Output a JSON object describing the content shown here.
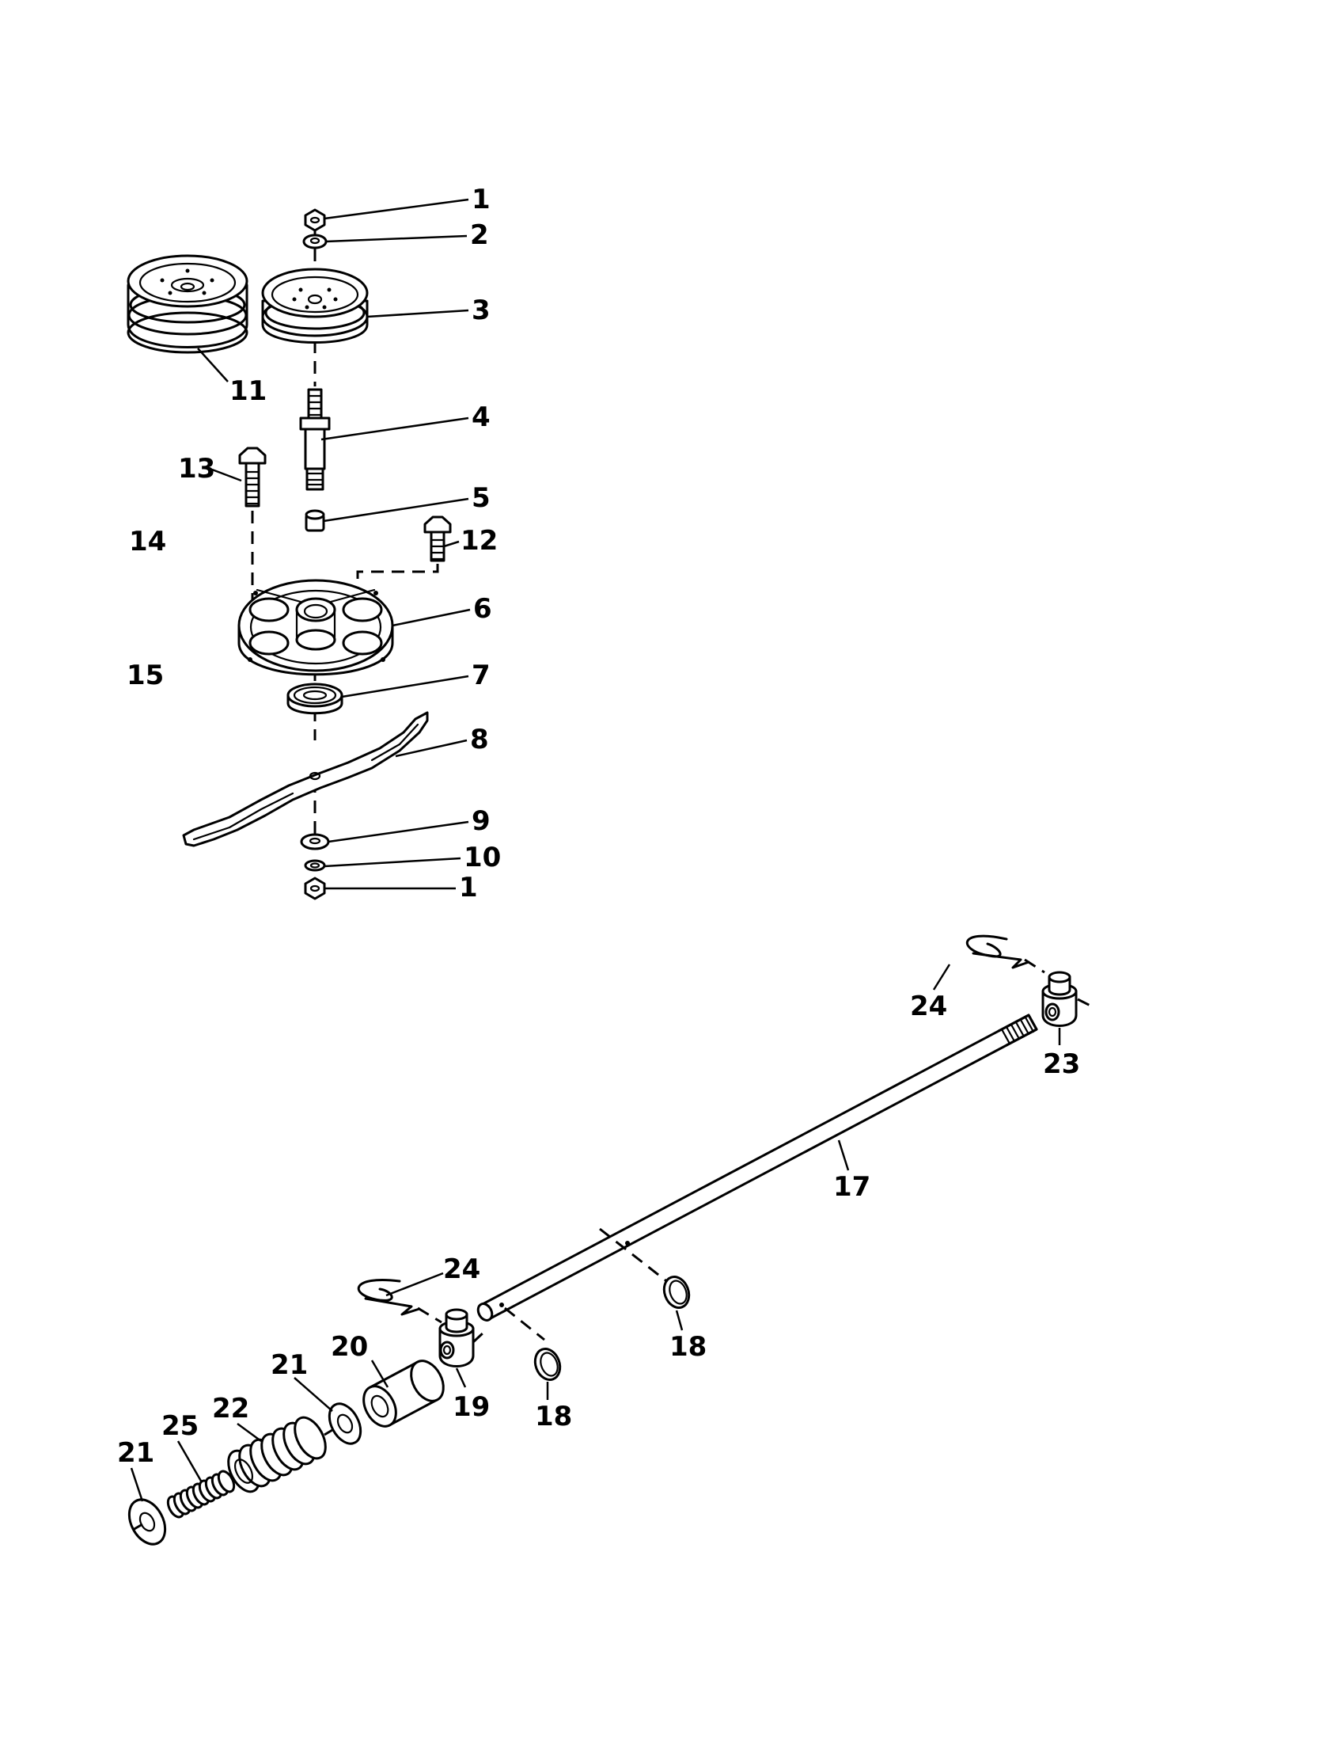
{
  "callouts": {
    "n1_top": "1",
    "n2": "2",
    "n3": "3",
    "n4": "4",
    "n5": "5",
    "n6": "6",
    "n7": "7",
    "n8": "8",
    "n9": "9",
    "n10": "10",
    "n1_bottom": "1",
    "n11": "11",
    "n12": "12",
    "n13": "13",
    "n14": "14",
    "n15": "15",
    "n17": "17",
    "n18_right": "18",
    "n18_left": "18",
    "n19": "19",
    "n20": "20",
    "n21_upper": "21",
    "n21_lower": "21",
    "n22": "22",
    "n23": "23",
    "n24_top": "24",
    "n24_bottom": "24",
    "n25": "25"
  }
}
